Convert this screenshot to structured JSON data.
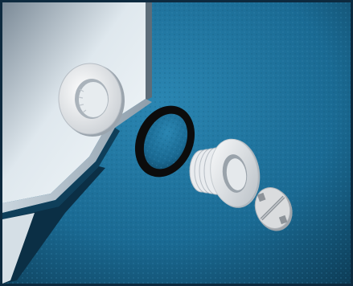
{
  "illustration": {
    "subject": "exploded-fitting-assembly",
    "parts": [
      "retaining-ring",
      "rubber-gasket",
      "threaded-fitting-body",
      "slotted-cap"
    ],
    "colors": {
      "wall_blue": "#1d6f97",
      "wall_blue_dark": "#0f3f5a",
      "steel_light": "#e4edf3",
      "steel_mid": "#b8c8d4",
      "steel_dark": "#8193a2",
      "gasket": "#0c0c0c",
      "plastic": "#f2f3f4",
      "plastic_shadow": "#c7ccd1",
      "cap_gray": "#d6d6d6",
      "frame": "#0d2a3f"
    }
  }
}
